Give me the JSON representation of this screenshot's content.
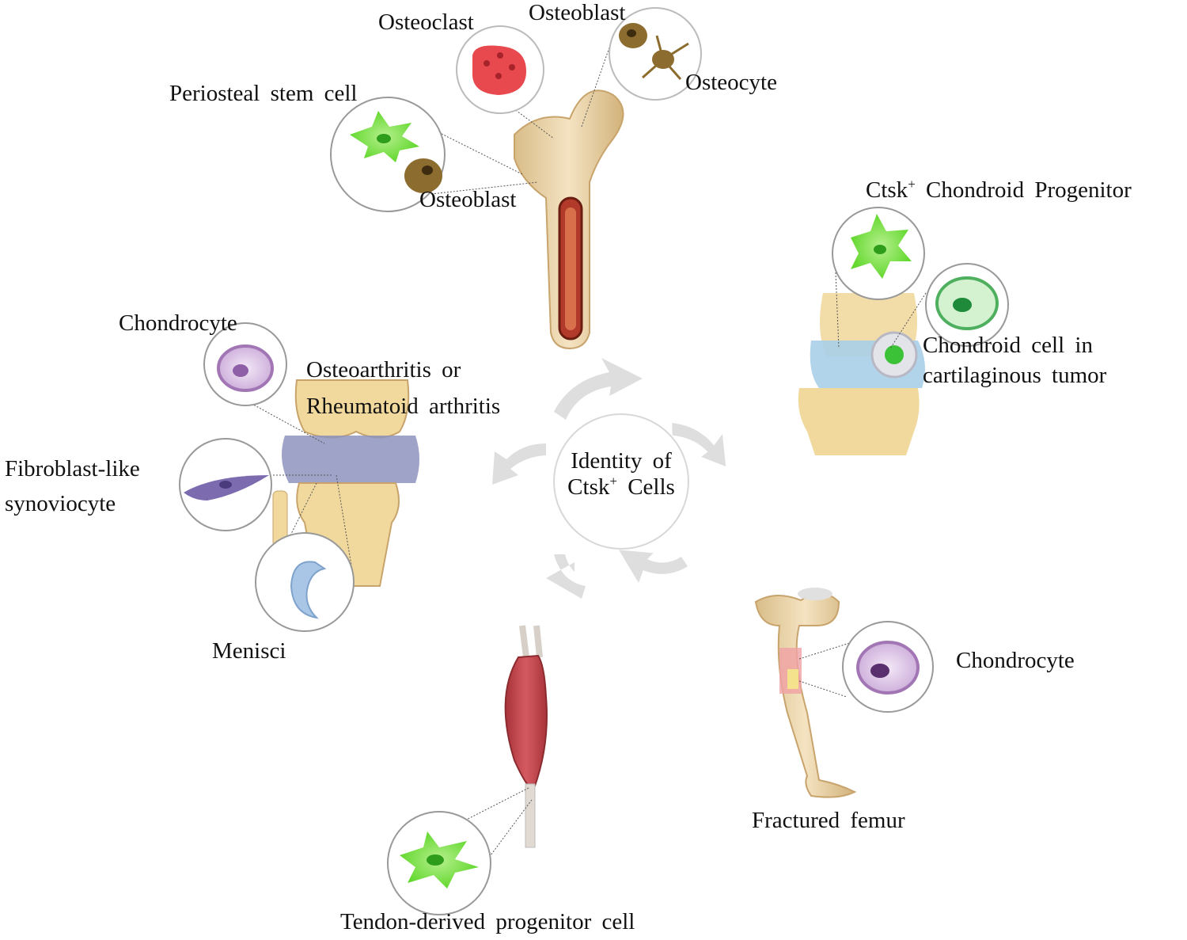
{
  "center": {
    "line1": "Identity of",
    "line2_prefix": "Ctsk",
    "line2_sup": "+",
    "line2_suffix": " Cells"
  },
  "bone_top": {
    "osteoclast": "Osteoclast",
    "osteoblast_top": "Osteoblast",
    "osteocyte": "Osteocyte",
    "periosteal_stem_cell": "Periosteal stem cell",
    "osteoblast_lower": "Osteoblast"
  },
  "knee_left": {
    "chondrocyte": "Chondrocyte",
    "disease_line1": "Osteoarthritis or",
    "disease_line2": "Rheumatoid arthritis",
    "fls_line1": "Fibroblast-like",
    "fls_line2": "synoviocyte",
    "menisci": "Menisci"
  },
  "knee_right": {
    "progenitor_prefix": "Ctsk",
    "progenitor_sup": "+",
    "progenitor_suffix": " Chondroid Progenitor",
    "tumor_line1": "Chondroid cell in",
    "tumor_line2": "cartilaginous tumor"
  },
  "femur": {
    "chondrocyte": "Chondrocyte",
    "label": "Fractured femur"
  },
  "tendon": {
    "label": "Tendon-derived progenitor cell"
  },
  "colors": {
    "stem_green": "#6fdc3c",
    "osteoclast_red": "#e8494f",
    "osteoblast_brown": "#8c6d2f",
    "chondrocyte_purple": "#c9a6d6",
    "fls_purple": "#7d6bb0",
    "menisci_blue": "#a9c6e6",
    "bone_beige": "#ecd7ae",
    "muscle_red": "#c0434a",
    "arrow_gray": "#dcdcdc"
  }
}
